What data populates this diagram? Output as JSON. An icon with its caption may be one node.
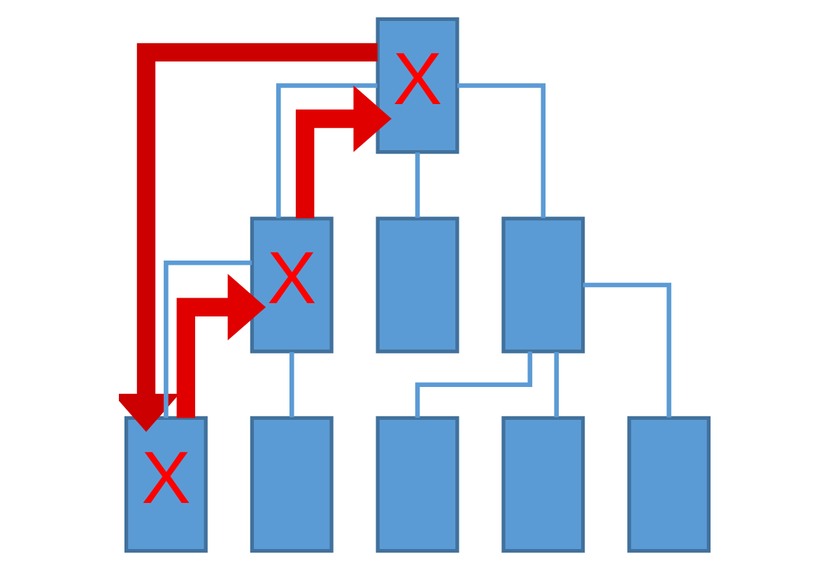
{
  "diagram": {
    "nodes": [
      {
        "text": [
          "X"
        ]
      },
      {
        "text": [
          "X"
        ]
      },
      {
        "text": [],
        "shape": "box"
      },
      {
        "text": [],
        "shape": "box"
      },
      {
        "text": [
          "X"
        ]
      },
      {
        "text": [],
        "shape": "box"
      },
      {
        "text": [],
        "shape": "box"
      },
      {
        "text": [],
        "shape": "box"
      },
      {
        "text": [],
        "shape": "box"
      }
    ],
    "edges": [
      {
        "from": 0,
        "to": 1,
        "arrow": "none"
      },
      {
        "from": 0,
        "to": 2,
        "arrow": "none"
      },
      {
        "from": 0,
        "to": 3,
        "arrow": "none"
      },
      {
        "from": 1,
        "to": 4,
        "arrow": "none"
      },
      {
        "from": 1,
        "to": 5,
        "arrow": "none"
      },
      {
        "from": 3,
        "to": 6,
        "arrow": "none"
      },
      {
        "from": 3,
        "to": 7,
        "arrow": "none"
      },
      {
        "from": 3,
        "to": 8,
        "arrow": "none"
      },
      {
        "from": 1,
        "to": 0,
        "arrow": "to",
        "style": "thick",
        "color": "#e00000"
      },
      {
        "from": 4,
        "to": 1,
        "arrow": "to",
        "style": "thick",
        "color": "#e00000"
      },
      {
        "from": 0,
        "to": 4,
        "arrow": "to",
        "style": "thick",
        "color": "#cc0000"
      }
    ]
  }
}
